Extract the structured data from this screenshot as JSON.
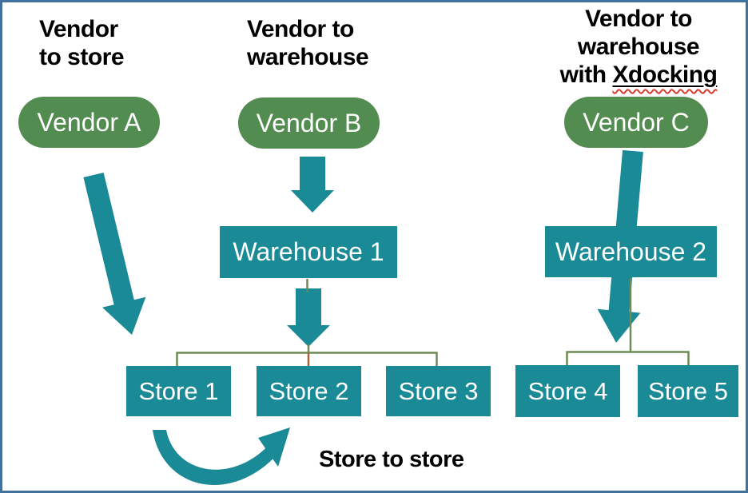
{
  "headings": {
    "col1": {
      "line1": "Vendor",
      "line2": "to store"
    },
    "col2": {
      "line1": "Vendor to",
      "line2": "warehouse"
    },
    "col3": {
      "line1": "Vendor to",
      "line2": "warehouse",
      "line3_prefix": "with ",
      "line3_word": "Xdocking"
    }
  },
  "nodes": {
    "vendor_a": "Vendor A",
    "vendor_b": "Vendor B",
    "vendor_c": "Vendor C",
    "warehouse_1": "Warehouse 1",
    "warehouse_2": "Warehouse 2",
    "store_1": "Store 1",
    "store_2": "Store 2",
    "store_3": "Store 3",
    "store_4": "Store 4",
    "store_5": "Store 5"
  },
  "labels": {
    "store_to_store": "Store to store"
  },
  "arrows": [
    {
      "name": "vendor-a-to-store1-arrow",
      "style": "thick-block-diagonal"
    },
    {
      "name": "vendor-b-to-warehouse1-arrow",
      "style": "thick-block-down"
    },
    {
      "name": "warehouse1-to-stores-arrow",
      "style": "thick-block-down"
    },
    {
      "name": "vendor-c-through-warehouse2-arrow",
      "style": "thick-block-down-behind-box"
    },
    {
      "name": "store1-to-store2-curved-arrow",
      "style": "curved-swoop-up-right"
    }
  ],
  "colors": {
    "vendor_green": "#538c50",
    "box_teal": "#1a8a96",
    "connector_green": "#6e8b55",
    "connector_brown": "#a4643a",
    "frame_border": "#41719c",
    "squiggle_red": "#d83b2e",
    "heading_text": "#000000",
    "node_text": "#ffffff"
  }
}
